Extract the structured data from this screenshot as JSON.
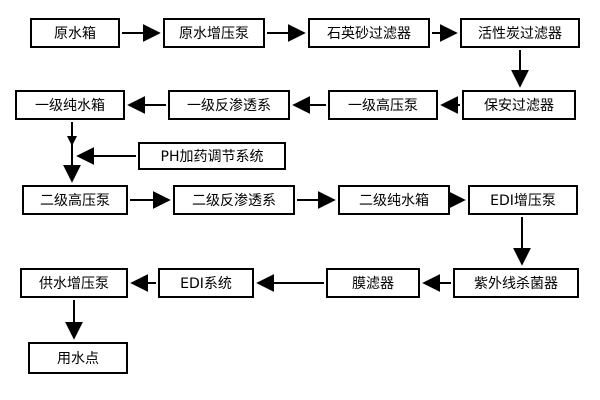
{
  "diagram": {
    "kind": "process-flow",
    "nodes": {
      "raw_water_tank": "原水箱",
      "raw_booster_pump": "原水增压泵",
      "quartz_sand_filter": "石英砂过滤器",
      "activated_carbon_filter": "活性炭过滤器",
      "stage1_pure_water_tank": "一级纯水箱",
      "stage1_ro_system": "一级反渗透系",
      "stage1_high_pressure_pump": "一级高压泵",
      "security_filter": "保安过滤器",
      "ph_dosing_system": "PH加药调节系统",
      "stage2_high_pressure_pump": "二级高压泵",
      "stage2_ro_system": "二级反渗透系",
      "stage2_pure_water_tank": "二级纯水箱",
      "edi_booster_pump": "EDI增压泵",
      "supply_booster_pump": "供水增压泵",
      "edi_system": "EDI系统",
      "membrane_filter": "膜滤器",
      "uv_sterilizer": "紫外线杀菌器",
      "water_use_point": "用水点"
    },
    "edges": [
      {
        "from": "raw_water_tank",
        "to": "raw_booster_pump"
      },
      {
        "from": "raw_booster_pump",
        "to": "quartz_sand_filter"
      },
      {
        "from": "quartz_sand_filter",
        "to": "activated_carbon_filter"
      },
      {
        "from": "activated_carbon_filter",
        "to": "security_filter"
      },
      {
        "from": "security_filter",
        "to": "stage1_high_pressure_pump"
      },
      {
        "from": "stage1_high_pressure_pump",
        "to": "stage1_ro_system"
      },
      {
        "from": "stage1_ro_system",
        "to": "stage1_pure_water_tank"
      },
      {
        "from": "stage1_pure_water_tank",
        "to": "stage2_high_pressure_pump"
      },
      {
        "from": "ph_dosing_system",
        "to": "stage2_high_pressure_pump"
      },
      {
        "from": "stage2_high_pressure_pump",
        "to": "stage2_ro_system"
      },
      {
        "from": "stage2_ro_system",
        "to": "stage2_pure_water_tank"
      },
      {
        "from": "stage2_pure_water_tank",
        "to": "edi_booster_pump"
      },
      {
        "from": "edi_booster_pump",
        "to": "uv_sterilizer"
      },
      {
        "from": "uv_sterilizer",
        "to": "membrane_filter"
      },
      {
        "from": "membrane_filter",
        "to": "edi_system"
      },
      {
        "from": "edi_system",
        "to": "supply_booster_pump"
      },
      {
        "from": "supply_booster_pump",
        "to": "water_use_point"
      }
    ],
    "colors": {
      "background": "#ffffff",
      "box_fill": "#ffffff",
      "box_border": "#000000",
      "line": "#000000",
      "text": "#000000"
    }
  }
}
